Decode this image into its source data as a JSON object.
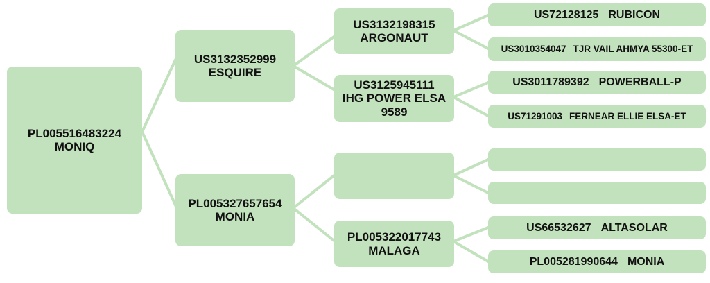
{
  "root": {
    "line1": "PL005516483224",
    "line2": "MONIQ"
  },
  "level1": [
    {
      "line1": "US3132352999",
      "line2": "ESQUIRE"
    },
    {
      "line1": "PL005327657654",
      "line2": "MONIA"
    }
  ],
  "level2": [
    {
      "line1": "US3132198315",
      "line2": "ARGONAUT"
    },
    {
      "line1": "US3125945111",
      "line2": "IHG POWER ELSA",
      "line3": "9589"
    },
    {
      "line1": "",
      "line2": ""
    },
    {
      "line1": "PL005322017743",
      "line2": "MALAGA"
    }
  ],
  "level3": [
    {
      "id": "US72128125",
      "name": "RUBICON"
    },
    {
      "id": "US3010354047",
      "name": "TJR VAIL AHMYA 55300-ET"
    },
    {
      "id": "US3011789392",
      "name": "POWERBALL-P"
    },
    {
      "id": "US71291003",
      "name": "FERNEAR ELLIE ELSA-ET"
    },
    {
      "id": "",
      "name": ""
    },
    {
      "id": "",
      "name": ""
    },
    {
      "id": "US66532627",
      "name": "ALTASOLAR"
    },
    {
      "id": "PL005281990644",
      "name": "MONIA"
    }
  ],
  "colors": {
    "node_fill": "#c2e1bd",
    "connector": "#c2e1bd",
    "text": "#111111"
  }
}
